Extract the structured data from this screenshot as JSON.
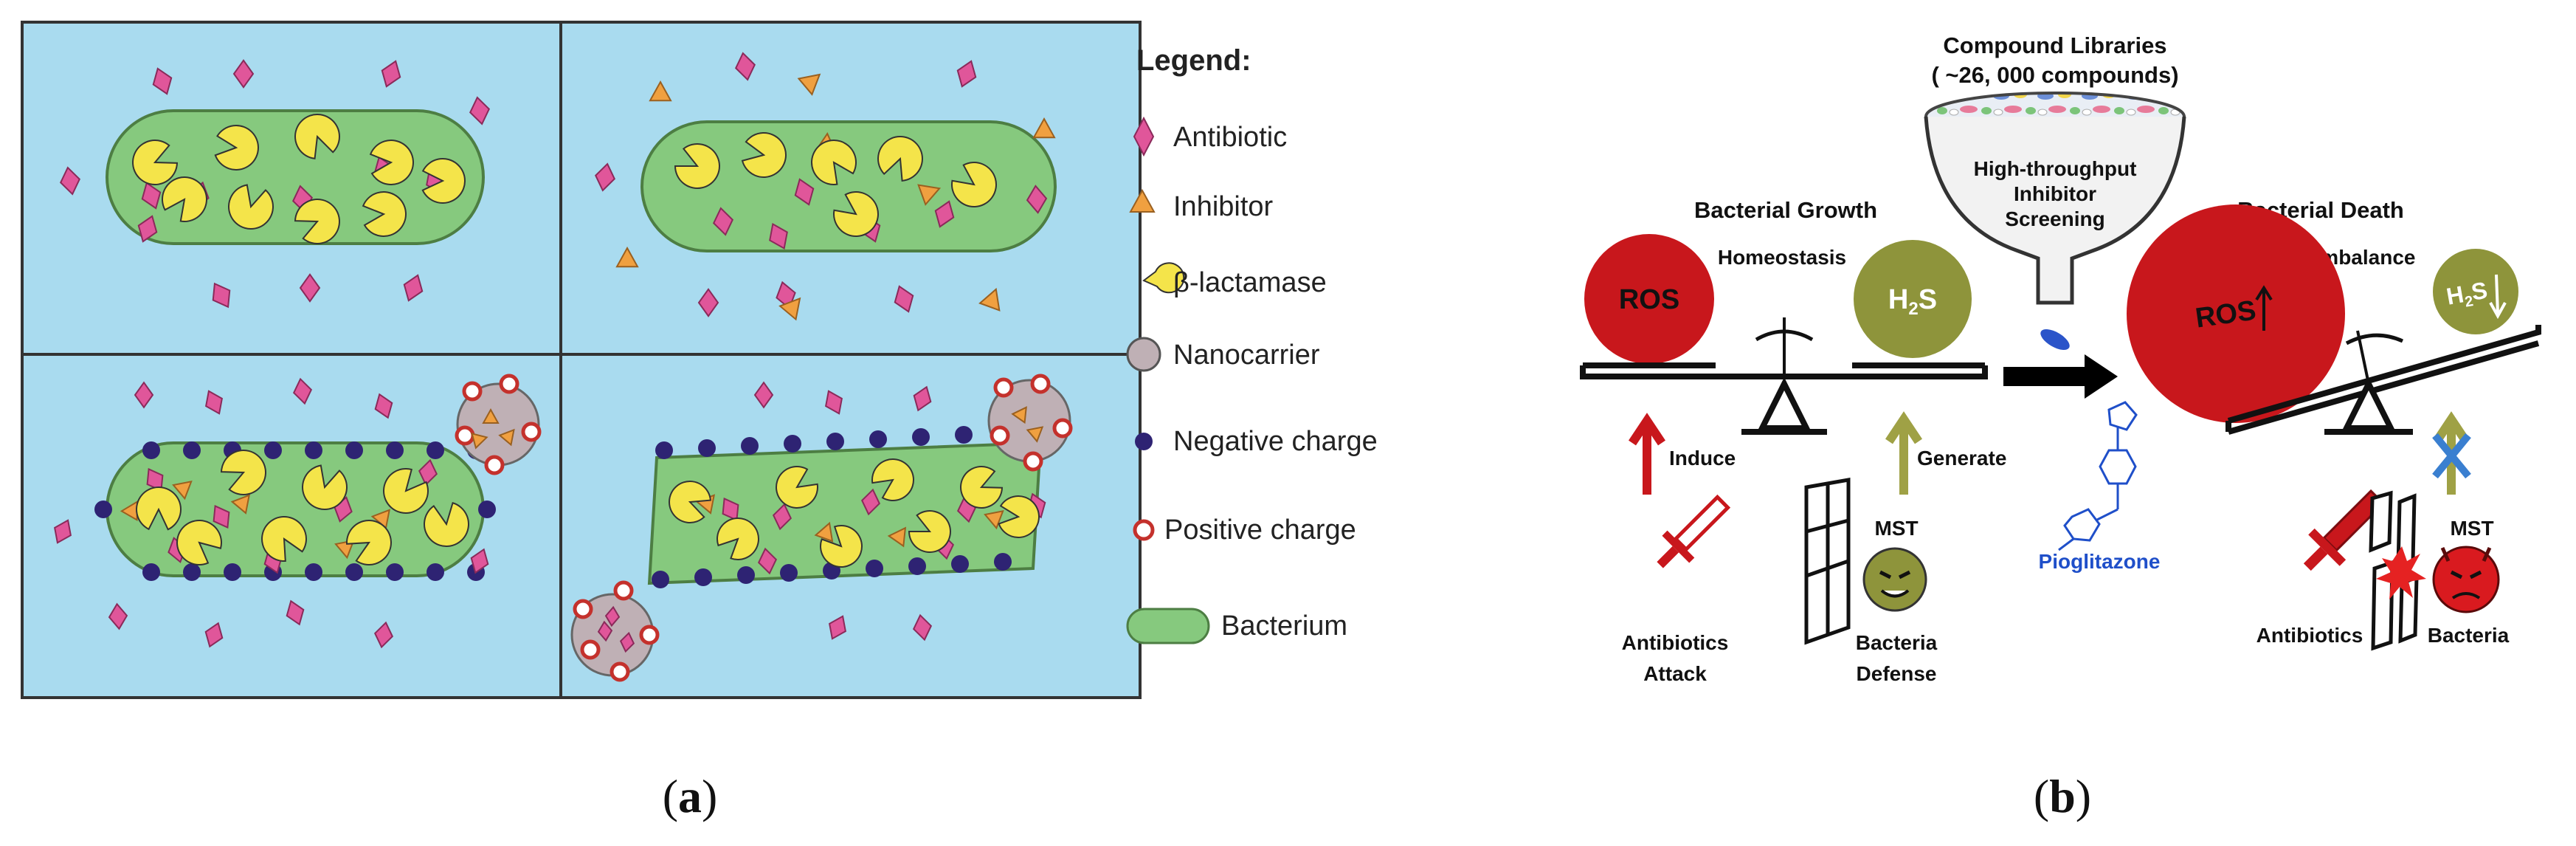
{
  "panel_a": {
    "caption_letter": "a",
    "legend": {
      "title": "Legend:",
      "items": [
        {
          "label": "Antibiotic",
          "icon": "diamond-icon",
          "color": "#e0569a"
        },
        {
          "label": "Inhibitor",
          "icon": "triangle-icon",
          "color": "#f0a040"
        },
        {
          "label": "β-lactamase",
          "icon": "pacman-icon",
          "color": "#f4e44a"
        },
        {
          "label": "Nanocarrier",
          "icon": "nanocarrier-icon",
          "color": "#bfb0b5"
        },
        {
          "label": "Negative charge",
          "icon": "negative-charge-icon",
          "color": "#2e2373"
        },
        {
          "label": "Positive charge",
          "icon": "positive-charge-icon",
          "color": "#c4312c"
        },
        {
          "label": "Bacterium",
          "icon": "bacterium-icon",
          "color": "#86c97e"
        }
      ]
    },
    "colors": {
      "background": "#a9dbef",
      "bacterium": "#86c97e"
    }
  },
  "panel_b": {
    "caption_letter": "b",
    "library_title": "Compound Libraries",
    "library_subtitle": "( ~26, 000 compounds)",
    "funnel_lines": [
      "High-throughput",
      "Inhibitor",
      "Screening"
    ],
    "left": {
      "title": "Bacterial Growth",
      "state": "Homeostasis",
      "ros": "ROS",
      "h2s_main": "H",
      "h2s_sub": "2",
      "h2s_end": "S",
      "induce": "Induce",
      "generate": "Generate",
      "mst": "MST",
      "antibiotics_lines": [
        "Antibiotics",
        "Attack"
      ],
      "bacteria_lines": [
        "Bacteria",
        "Defense"
      ]
    },
    "drug": "Pioglitazone",
    "right": {
      "title": "Bacterial Death",
      "state": "Imbalance",
      "ros": "ROS",
      "h2s_main": "H",
      "h2s_sub": "2",
      "h2s_end": "S",
      "mst": "MST",
      "antibiotics": "Antibiotics",
      "bacteria": "Bacteria"
    },
    "colors": {
      "ros": "#c8171c",
      "h2s": "#8e943b",
      "induce": "#c8171c",
      "generate": "#9fa145",
      "drug": "#1f4fc9"
    }
  }
}
